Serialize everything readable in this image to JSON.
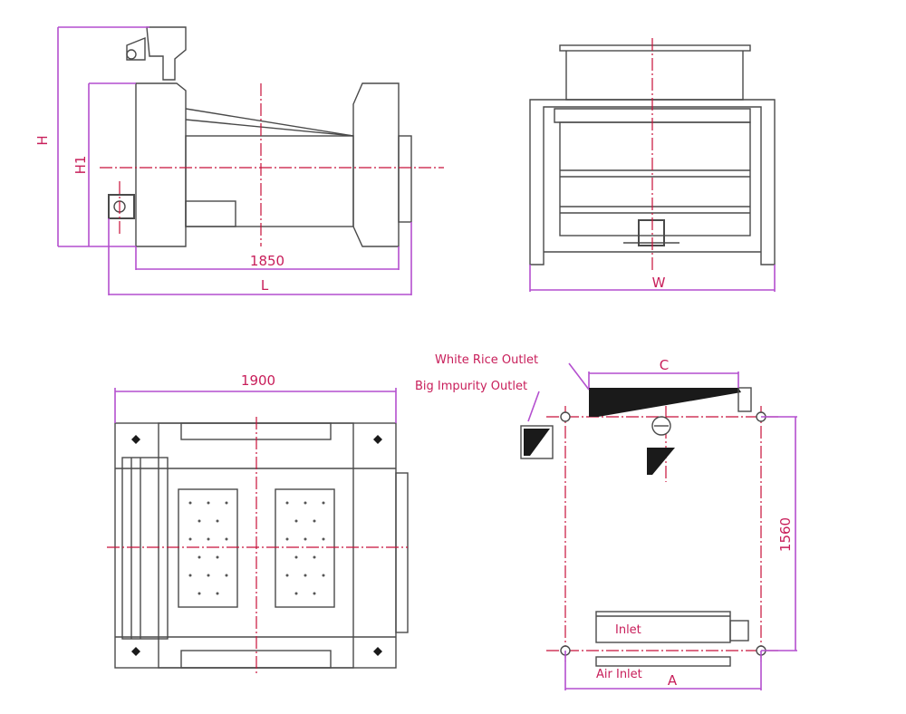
{
  "colors": {
    "line": "#4a4a4a",
    "dimension": "#b44fcf",
    "centerline": "#c8103a",
    "label_text": "#c81e5a"
  },
  "side_view": {
    "dim_h": "H",
    "dim_h1": "H1",
    "dim_1850": "1850",
    "dim_l": "L"
  },
  "front_view": {
    "dim_w": "W"
  },
  "top_view": {
    "dim_1900": "1900"
  },
  "plan_view": {
    "dim_c": "C",
    "dim_1560": "1560",
    "dim_a": "A",
    "white_rice_outlet": "White Rice Outlet",
    "big_impurity_outlet": "Big Impurity Outlet",
    "inlet": "Inlet",
    "air_inlet": "Air Inlet"
  }
}
